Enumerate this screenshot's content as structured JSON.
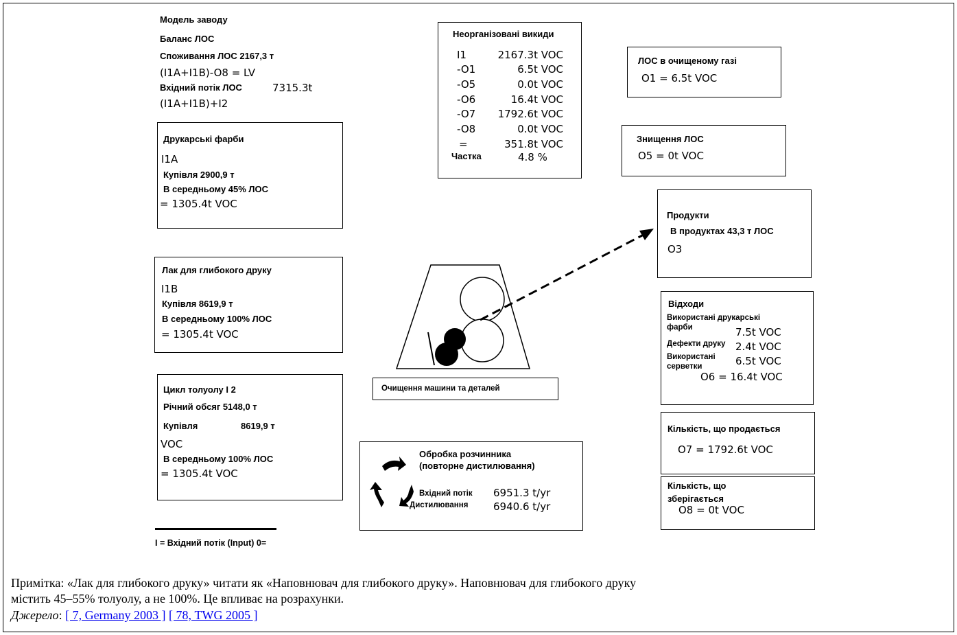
{
  "model": {
    "title": "Модель заводу",
    "balance": "Баланс ЛОС",
    "consumption": "Споживання ЛОС 2167,3 т",
    "formula1": "(I1A+I1B)-O8 = LV",
    "input_label": "Вхідний потік ЛОС",
    "input_value": "7315.3t",
    "formula2": "(I1A+I1B)+I2"
  },
  "inks": {
    "title": "Друкарські фарби",
    "code": "I1A",
    "purchase": "Купівля 2900,9 т",
    "avg": "В середньому 45% ЛОС",
    "value": "= 1305.4t VOC"
  },
  "lacquer": {
    "title": "Лак для глибокого друку",
    "code": "I1B",
    "purchase": "Купівля 8619,9 т",
    "avg": "В середньому 100% ЛОС",
    "value": "= 1305.4t VOC"
  },
  "toluene": {
    "title": "Цикл толуолу I 2",
    "annual": "Річний обсяг 5148,0 т",
    "purchase_label": "Купівля",
    "purchase_value": "8619,9 т",
    "voc": "VOC",
    "avg": "В середньому 100% ЛОС",
    "value": "= 1305.4t VOC"
  },
  "legend": {
    "text": "I = Вхідний потік (Input) 0="
  },
  "fugitive": {
    "title": "Неорганізовані викиди",
    "rows": [
      {
        "label": "I1",
        "value": "2167.3t VOC"
      },
      {
        "label": "-O1",
        "value": "6.5t VOC"
      },
      {
        "label": "-O5",
        "value": "0.0t VOC"
      },
      {
        "label": "-O6",
        "value": "16.4t VOC"
      },
      {
        "label": "-O7",
        "value": "1792.6t VOC"
      },
      {
        "label": "-O8",
        "value": "0.0t VOC"
      },
      {
        "label": "=",
        "value": "351.8t VOC"
      }
    ],
    "share_label": "Частка",
    "share_value": "4.8 %"
  },
  "cleaned_gas": {
    "title": "ЛОС в очищеному газі",
    "value": "O1 = 6.5t VOC"
  },
  "destruction": {
    "title": "Знищення ЛОС",
    "value": "O5 = 0t VOC"
  },
  "products": {
    "title": "Продукти",
    "line": "В продуктах 43,3 т ЛОС",
    "code": "O3"
  },
  "waste": {
    "title": "Відходи",
    "inks_label_1": "Використані друкарські",
    "inks_label_2": "фарби",
    "inks_value": "7.5t VOC",
    "defects_label": "Дефекти друку",
    "defects_value": "2.4t VOC",
    "wipes_label_1": "Використані",
    "wipes_label_2": "серветки",
    "wipes_value": "6.5t VOC",
    "total": "O6  = 16.4t VOC"
  },
  "sold": {
    "title": "Кількість, що продається",
    "value": "O7 = 1792.6t VOC"
  },
  "stored": {
    "title_1": "Кількість, що",
    "title_2": "зберігається",
    "value": "O8 = 0t VOC"
  },
  "machine": {
    "label": "Очищення машини та деталей"
  },
  "solvent": {
    "title_1": "Обробка розчинника",
    "title_2": "(повторне дистилювання)",
    "input_label": "Вхідний потік",
    "input_value": "6951.3 t/yr",
    "dist_label": "Дистилювання",
    "dist_value": "6940.6 t/yr"
  },
  "note": {
    "line1": "Примітка: «Лак для глибокого друку» читати як «Наповнювач для глибокого друку». Наповнювач для глибокого друку",
    "line2": "містить 45–55% толуолу, а не 100%. Це впливає на розрахунки.",
    "source_label": "Джерело",
    "source_sep": ": ",
    "ref1": "[ 7, Germany 2003 ]",
    "ref_gap": " ",
    "ref2": "[ 78, TWG 2005 ]"
  }
}
